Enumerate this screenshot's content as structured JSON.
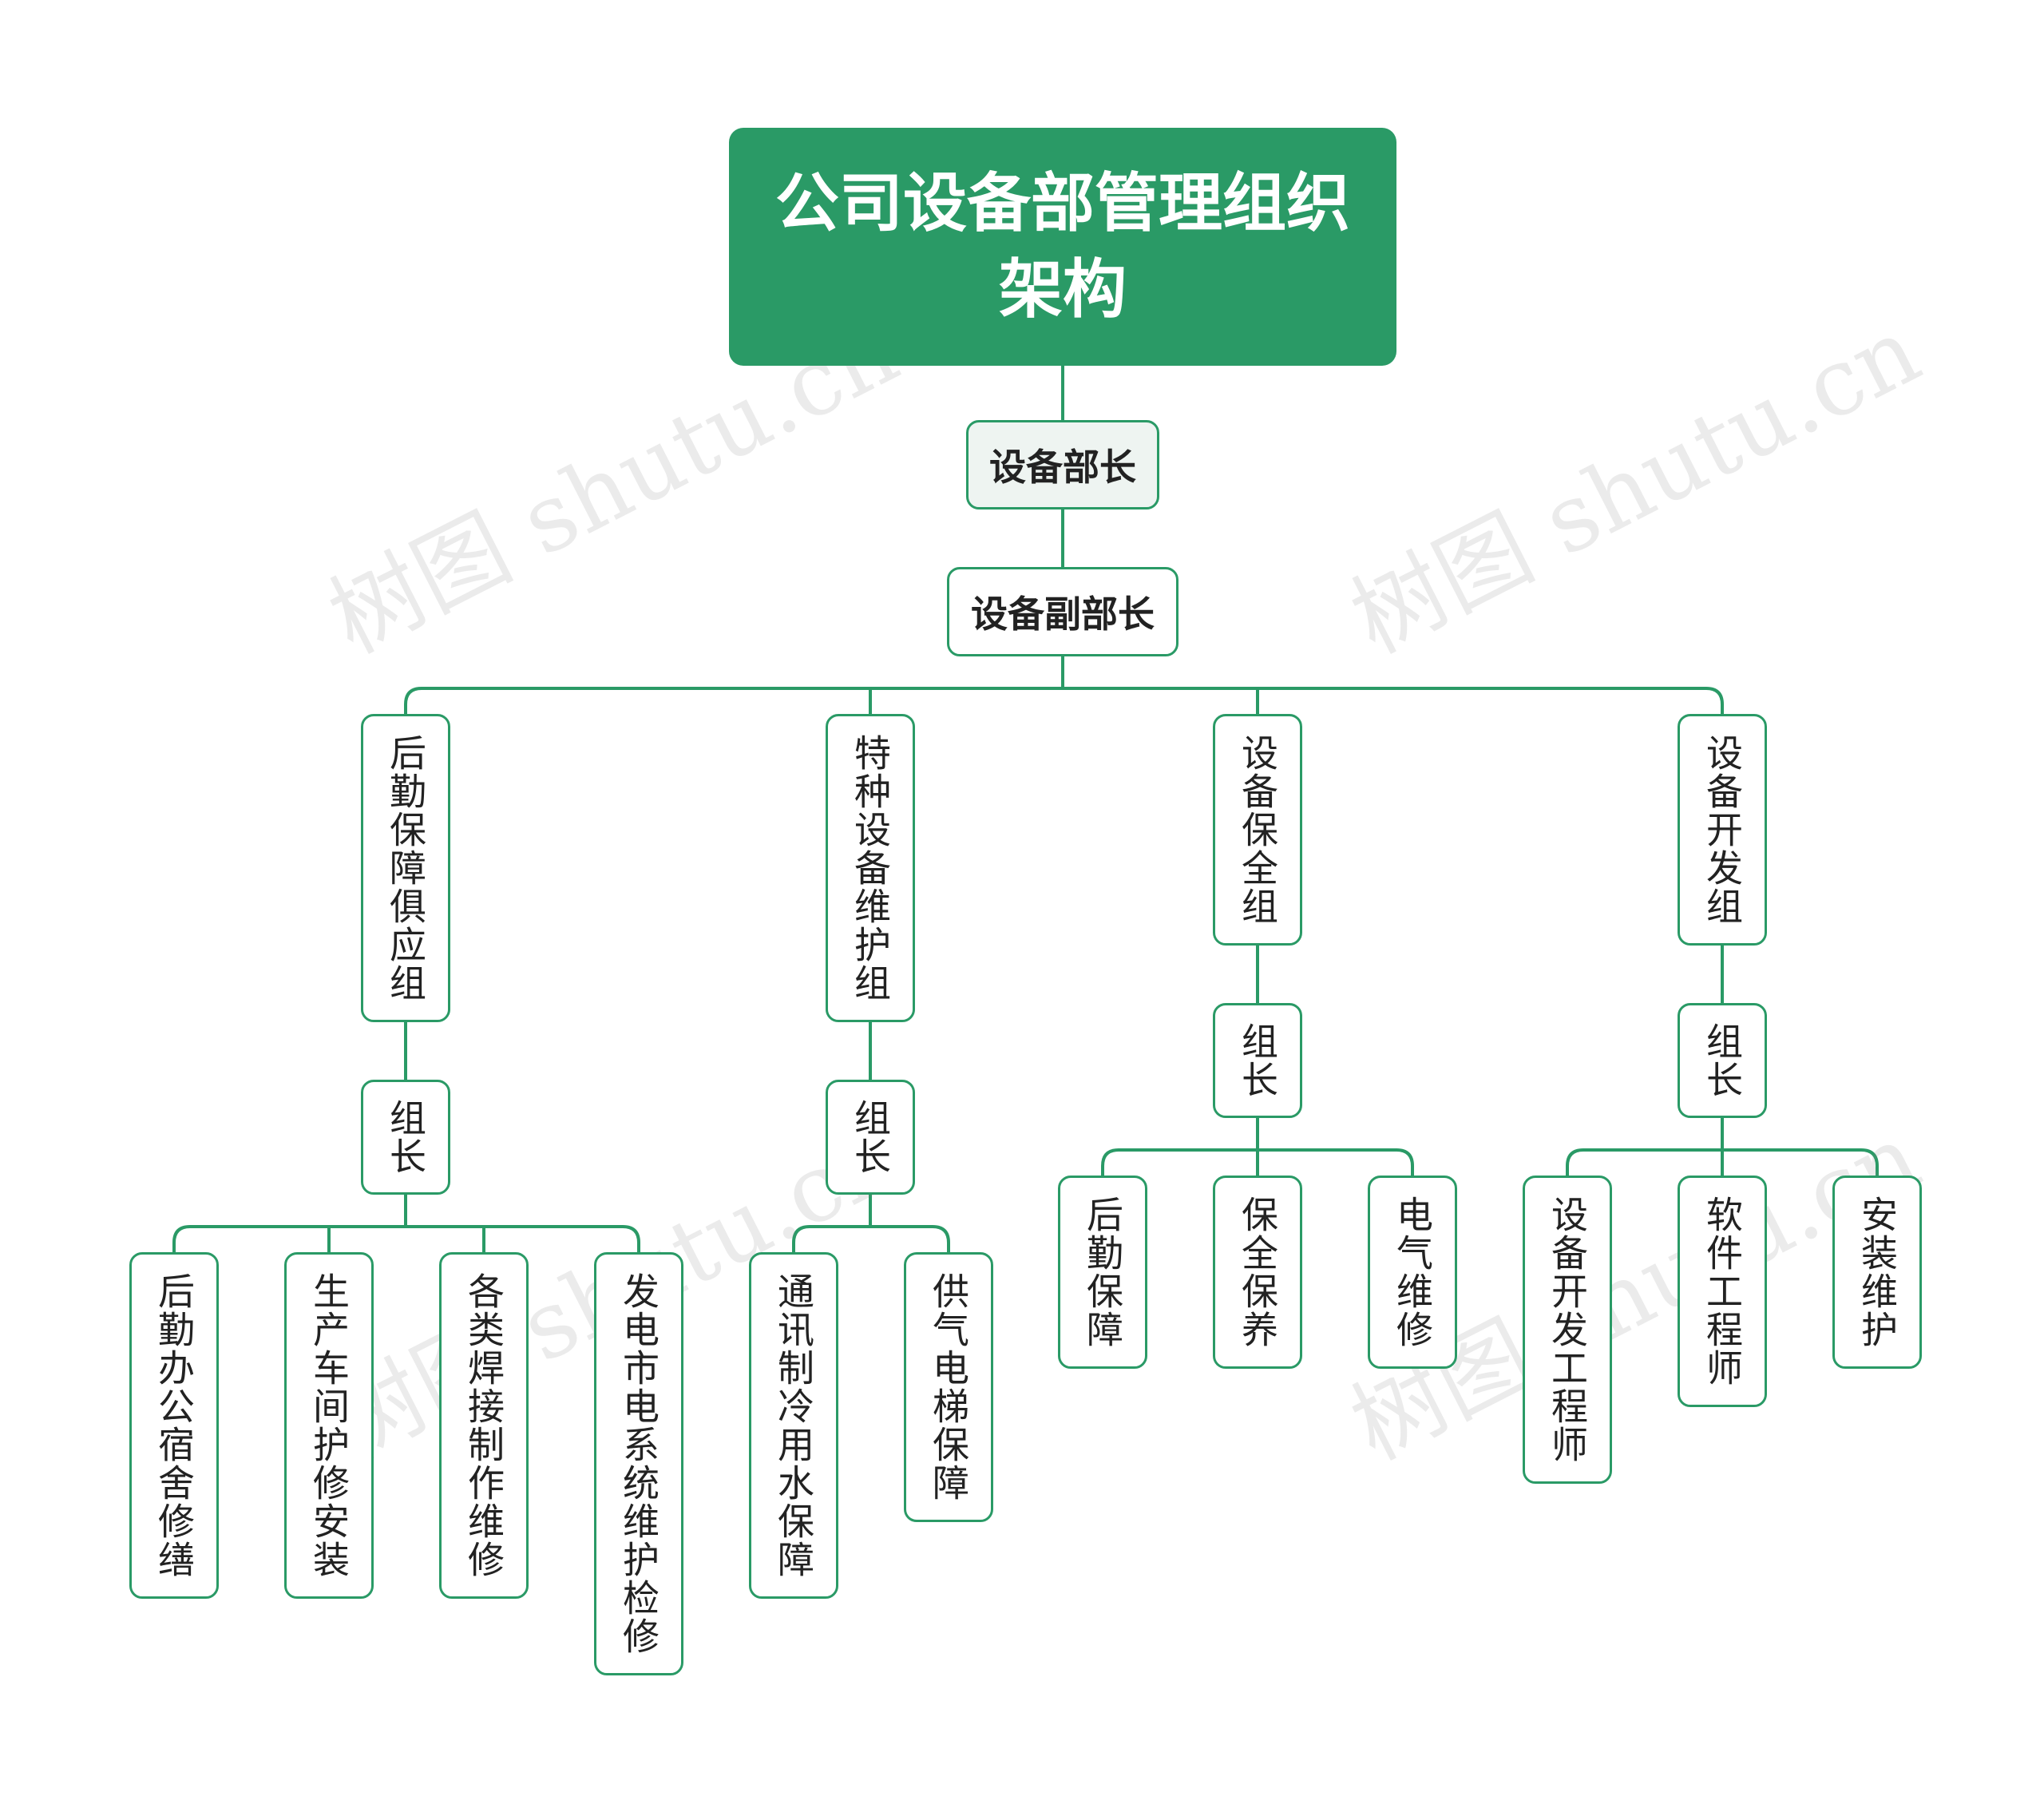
{
  "root": {
    "label": "公司设备部管理组织架构"
  },
  "head": {
    "label": "设备部长"
  },
  "deputy": {
    "label": "设备副部长"
  },
  "groups": [
    {
      "label": "后勤保障俱应组",
      "leader": "组长",
      "members": [
        "后勤办公宿舍修缮",
        "生产车间护修安装",
        "各类焊接制作维修",
        "发电市电系统维护检修"
      ]
    },
    {
      "label": "特种设备维护组",
      "leader": "组长",
      "members": [
        "通讯制冷用水保障",
        "供气电梯保障"
      ]
    },
    {
      "label": "设备保全组",
      "leader": "组长",
      "members": [
        "后勤保障",
        "保全保养",
        "电气维修"
      ]
    },
    {
      "label": "设备开发组",
      "leader": "组长",
      "members": [
        "设备开发工程师",
        "软件工程师",
        "安装维护"
      ]
    }
  ],
  "watermark": "树图 shutu.cn",
  "colors": {
    "accent": "#2a9a66",
    "head_fill": "#eef4f1",
    "text": "#222222",
    "watermark": "#828282"
  }
}
